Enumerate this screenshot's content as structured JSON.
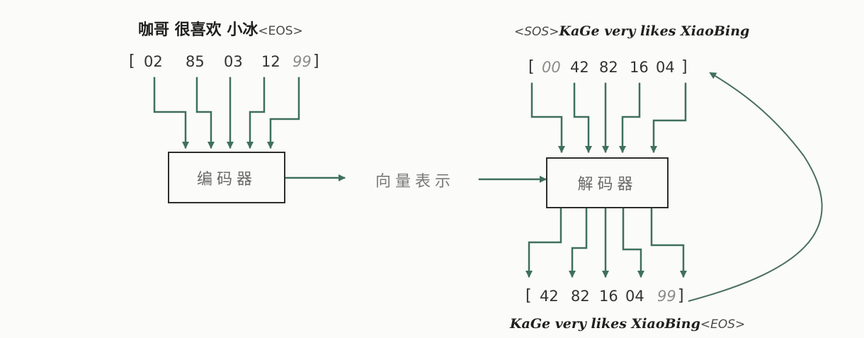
{
  "colors": {
    "arrow": "#3f6f5f",
    "box_border": "#2e2e2e",
    "text": "#333333",
    "dim_text": "#8c8c8c"
  },
  "input": {
    "sentence": "咖哥 很喜欢 小冰",
    "eos_tag": "<EOS>",
    "tokens": [
      "02",
      "85",
      "03",
      "12",
      "99"
    ]
  },
  "encoder": {
    "label": "编码器"
  },
  "vector": {
    "label": "向量表示"
  },
  "decoder": {
    "label": "解码器",
    "input_sos_tag": "<SOS>",
    "input_sentence": "KaGe very likes XiaoBing",
    "input_tokens": [
      "00",
      "42",
      "82",
      "16",
      "04"
    ],
    "output_tokens": [
      "42",
      "82",
      "16",
      "04",
      "99"
    ],
    "output_sentence": "KaGe very likes XiaoBing",
    "output_eos_tag": "<EOS>"
  },
  "brackets": {
    "open": "[",
    "close": "]"
  }
}
